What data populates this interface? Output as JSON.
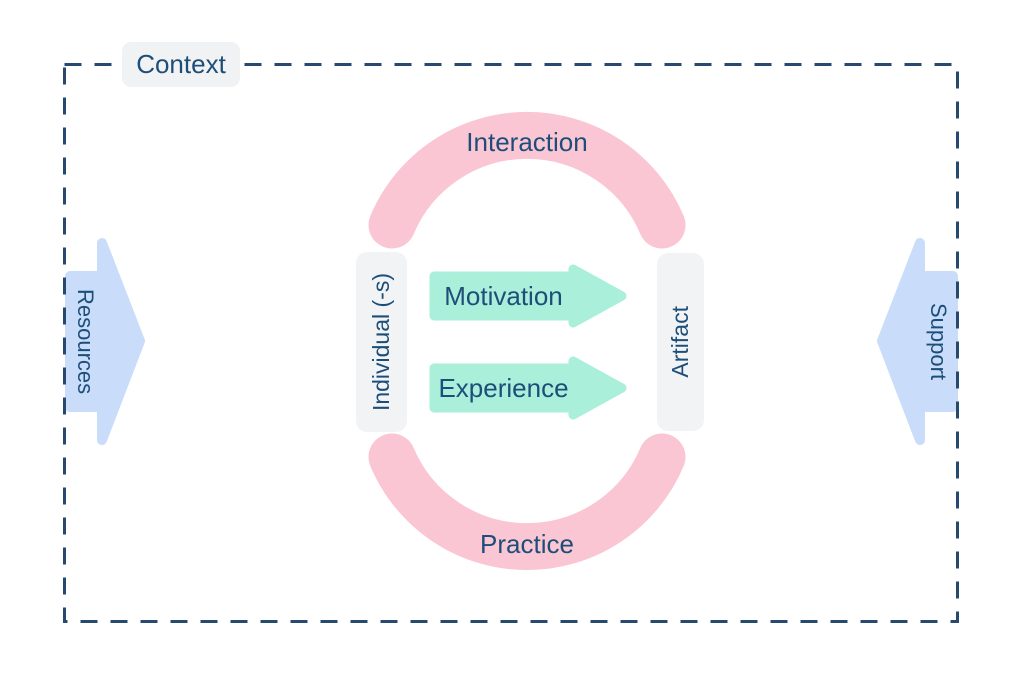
{
  "diagram": {
    "context_label": "Context",
    "arcs": {
      "top": "Interaction",
      "bottom": "Practice"
    },
    "boxes": {
      "left": "Individual (-s)",
      "right": "Artifact"
    },
    "flow_arrows": {
      "first": "Motivation",
      "second": "Experience"
    },
    "side_arrows": {
      "left": "Resources",
      "right": "Support"
    },
    "colors": {
      "text_navy": "#1d4e79",
      "dashed_border": "#27496e",
      "arc_pink": "#fbc6d3",
      "flow_arrow_mint": "#a9efda",
      "side_arrow_blue": "#c9ddfa",
      "box_gray": "#f2f3f5",
      "label_chip_gray": "#f1f2f4",
      "background": "#ffffff"
    }
  }
}
